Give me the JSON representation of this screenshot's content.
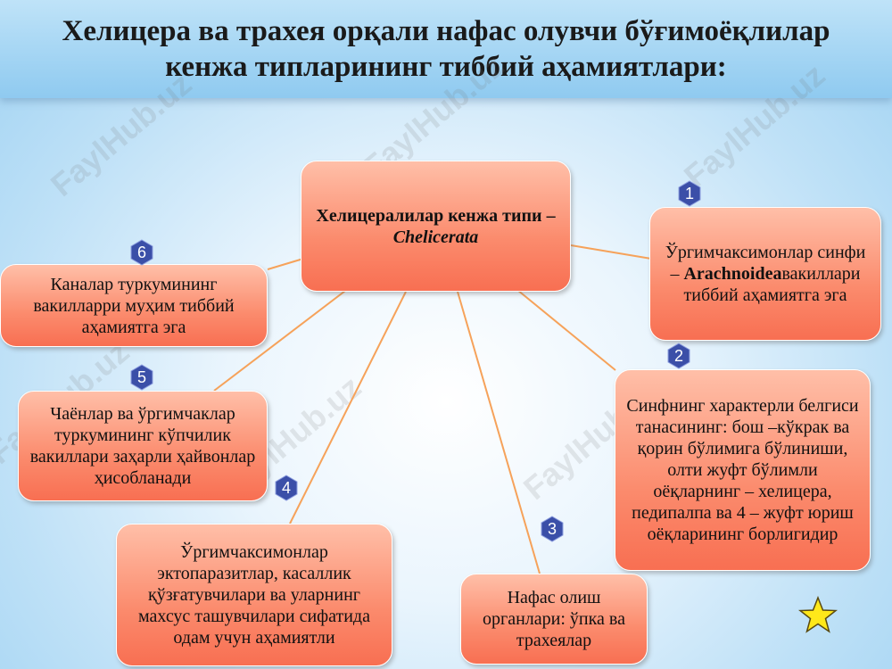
{
  "title": "Хелицера ва трахея орқали нафас олувчи бўғимоёқлилар кенжа типларининг тиббий аҳамиятлари:",
  "watermark": "FaylHub.uz",
  "center": {
    "label": "Хелицералилар кенжа типи –",
    "latin": "Chelicerata"
  },
  "nodes": [
    {
      "badge": "1",
      "text_before": "Ўргимчаксимонлар синфи – ",
      "bold": "Arachnoidea",
      "text_after": "вакиллари тиббий аҳамиятга эга"
    },
    {
      "badge": "2",
      "text": "Синфнинг характерли белгиси танасининг: бош –кўкрак ва қорин бўлимига бўлиниши, олти жуфт бўлимли оёқларнинг – хелицера, педипалпа ва 4 – жуфт юриш оёқларининг борлигидир"
    },
    {
      "badge": "3",
      "text": "Нафас олиш органлари: ўпка ва трахеялар"
    },
    {
      "badge": "4",
      "text": "Ўргимчаксимонлар эктопаразитлар, касаллик қўзғатувчилари ва уларнинг махсус ташувчилари сифатида одам учун аҳамиятли"
    },
    {
      "badge": "5",
      "text": "Чаёнлар ва ўргимчаклар туркумининг кўпчилик вакиллари заҳарли ҳайвонлар ҳисобланади"
    },
    {
      "badge": "6",
      "text": "Каналар туркумининг вакилларри муҳим тиббий аҳамиятга эга"
    }
  ],
  "colors": {
    "box_top": "#ffbfa8",
    "box_bottom": "#f86f52",
    "connector": "#f6a25a",
    "badge": "#3b4fa8",
    "star": "#ffe81a"
  }
}
